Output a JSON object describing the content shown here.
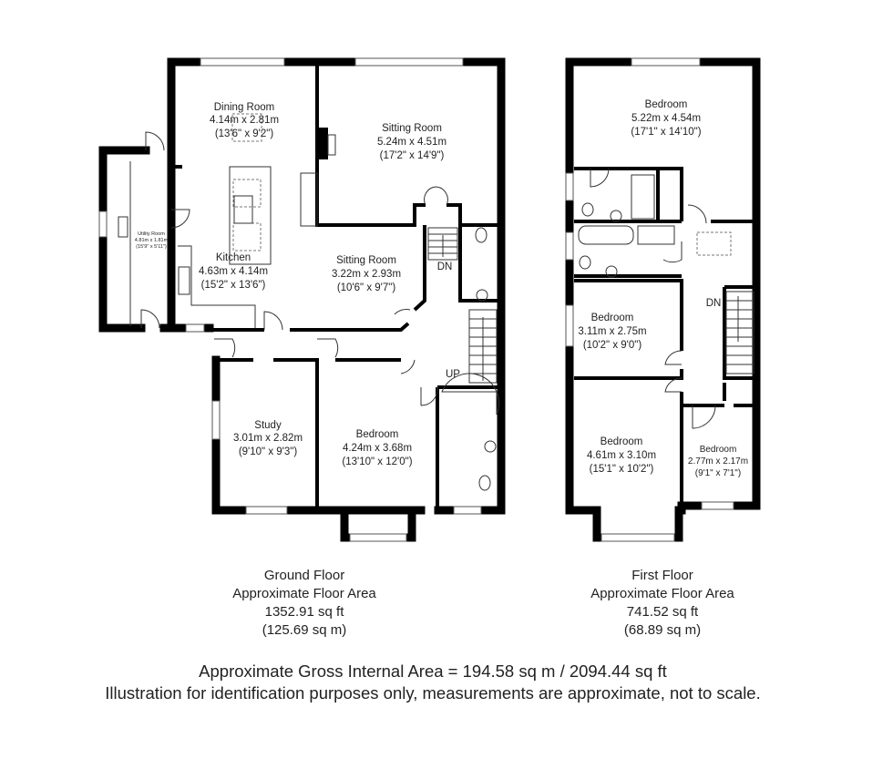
{
  "ground_floor": {
    "rooms": [
      {
        "name": "Dining Room",
        "metric": "4.14m x 2.81m",
        "imperial": "(13'6\" x 9'2\")"
      },
      {
        "name": "Sitting Room",
        "metric": "5.24m x 4.51m",
        "imperial": "(17'2\" x 14'9\")"
      },
      {
        "name": "Utility Room",
        "metric": "4.81m x 1.81m",
        "imperial": "(15'9\" x 5'11\")"
      },
      {
        "name": "Kitchen",
        "metric": "4.63m x 4.14m",
        "imperial": "(15'2\" x 13'6\")"
      },
      {
        "name": "Sitting Room",
        "metric": "3.22m x 2.93m",
        "imperial": "(10'6\" x 9'7\")"
      },
      {
        "name": "Study",
        "metric": "3.01m x 2.82m",
        "imperial": "(9'10\" x 9'3\")"
      },
      {
        "name": "Bedroom",
        "metric": "4.24m x 3.68m",
        "imperial": "(13'10\" x 12'0\")"
      }
    ],
    "stair_dn": "DN",
    "stair_up": "UP",
    "caption": {
      "title": "Ground Floor",
      "subtitle": "Approximate Floor Area",
      "sqft": "1352.91 sq ft",
      "sqm": "(125.69 sq m)"
    }
  },
  "first_floor": {
    "rooms": [
      {
        "name": "Bedroom",
        "metric": "5.22m x 4.54m",
        "imperial": "(17'1\" x 14'10\")"
      },
      {
        "name": "Bedroom",
        "metric": "3.11m x 2.75m",
        "imperial": "(10'2\" x 9'0\")"
      },
      {
        "name": "Bedroom",
        "metric": "4.61m x 3.10m",
        "imperial": "(15'1\" x 10'2\")"
      },
      {
        "name": "Bedroom",
        "metric": "2.77m x 2.17m",
        "imperial": "(9'1\" x 7'1\")"
      }
    ],
    "stair_dn": "DN",
    "caption": {
      "title": "First Floor",
      "subtitle": "Approximate Floor Area",
      "sqft": "741.52 sq ft",
      "sqm": "(68.89 sq m)"
    }
  },
  "footer": {
    "gross_area": "Approximate Gross Internal Area = 194.58 sq m / 2094.44 sq ft",
    "disclaimer": "Illustration for identification purposes only, measurements are approximate, not to scale."
  }
}
